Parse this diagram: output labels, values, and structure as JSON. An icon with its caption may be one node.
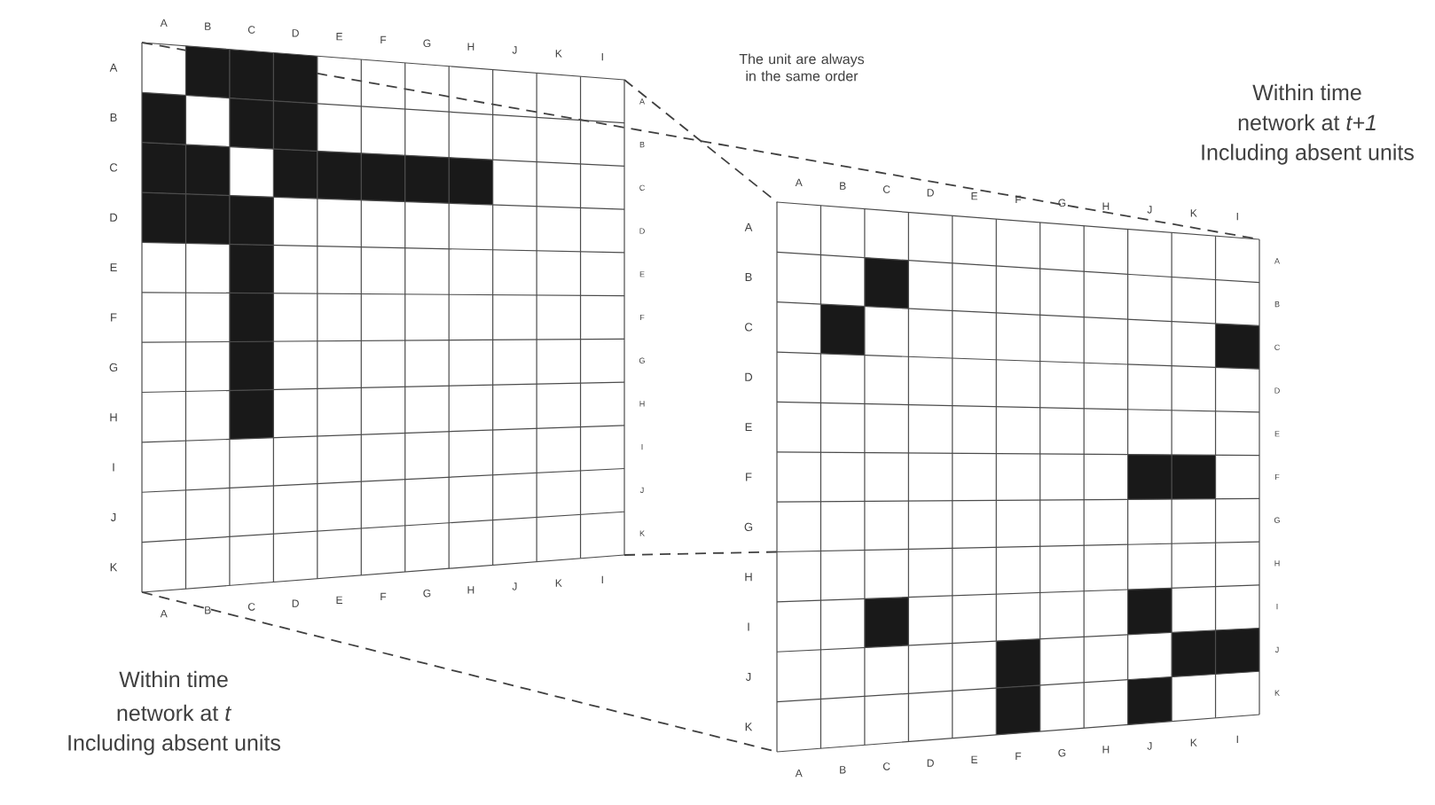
{
  "diagram": {
    "labels": [
      "The unit are always in the same order",
      "Within time",
      "network at *t+1*",
      "Including absent units",
      "A",
      "B",
      "C",
      "D",
      "E",
      "F",
      "G",
      "H",
      "J",
      "K",
      "I",
      "A",
      "B",
      "C",
      "D",
      "E",
      "F",
      "G",
      "H",
      "I",
      "J",
      "K",
      "A",
      "B",
      "C",
      "D",
      "E",
      "F",
      "G",
      "H",
      "I",
      "J",
      "K",
      "A",
      "B",
      "C",
      "D",
      "E",
      "F",
      "G",
      "H",
      "J",
      "K",
      "I",
      "A",
      "B",
      "C",
      "D",
      "E",
      "F",
      "G",
      "H",
      "J",
      "K",
      "I",
      "A",
      "B",
      "C",
      "D",
      "E",
      "F",
      "G",
      "H",
      "I",
      "J",
      "K",
      "A",
      "B",
      "C",
      "D",
      "E",
      "F",
      "G",
      "H",
      "I",
      "J",
      "K",
      "A",
      "B",
      "C",
      "D",
      "E",
      "F",
      "G",
      "H",
      "J",
      "K",
      "I",
      "Within time",
      "network at *t*",
      "Including absent units"
    ]
  }
}
